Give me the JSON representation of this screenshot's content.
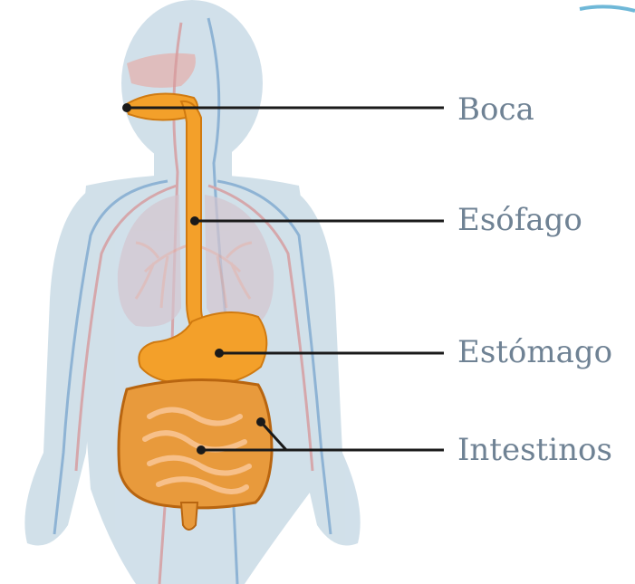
{
  "labels": {
    "boca": "Boca",
    "esofago": "Esófago",
    "estomago": "Estómago",
    "intestinos": "Intestinos"
  },
  "colors": {
    "body_silhouette": "#c9dbe6",
    "organ_orange": "#f3a02a",
    "organ_outline": "#d07a10",
    "intestine_fill": "#e89a3c",
    "vein_blue": "#7ea9cf",
    "artery_red": "#d79a9c",
    "lung_pink": "#e3b2ad",
    "leader_line": "#1a1a1a",
    "label_text": "#6f8294",
    "accent_swoosh": "#6fb8d8"
  }
}
